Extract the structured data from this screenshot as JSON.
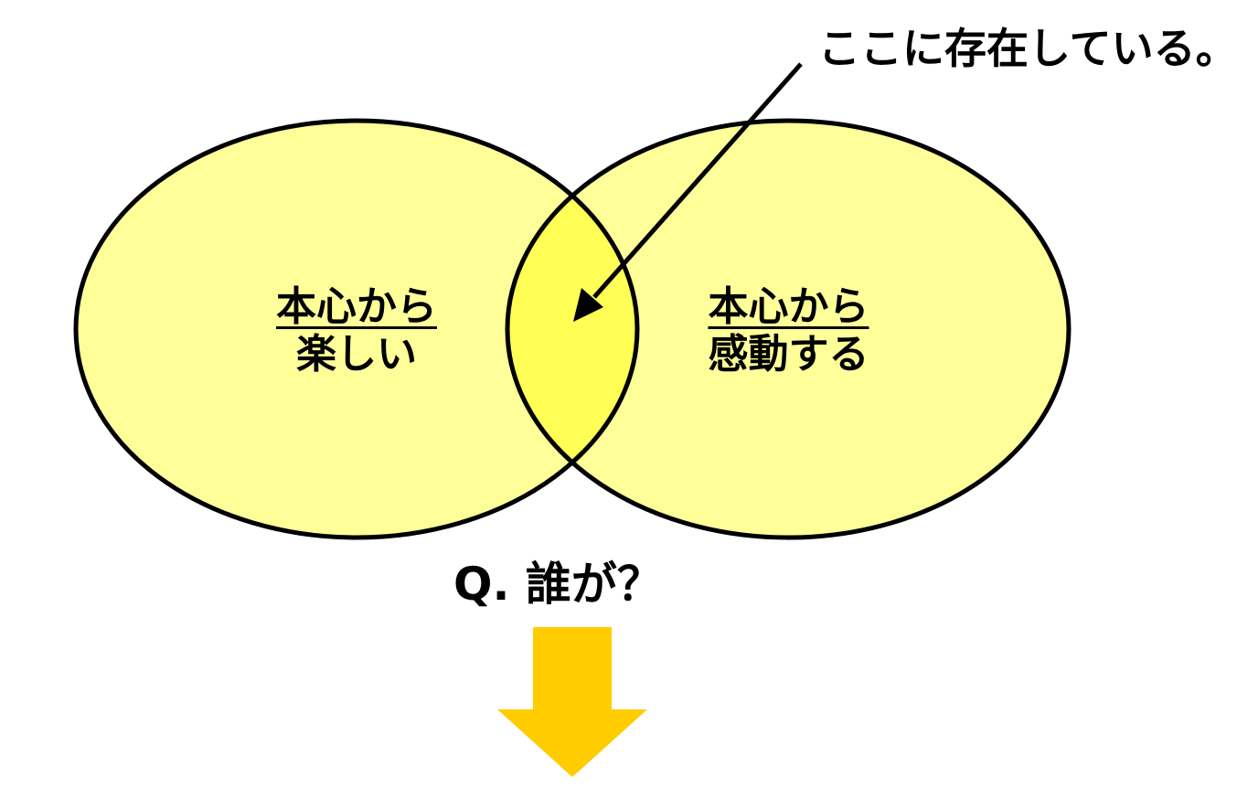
{
  "diagram": {
    "callout": "ここに存在している。",
    "left_circle": {
      "line1": "本心から",
      "line2": "楽しい"
    },
    "right_circle": {
      "line1": "本心から",
      "line2": "感動する"
    },
    "question": "Q. 誰が？"
  },
  "colors": {
    "circle_fill": "#ffff99",
    "overlap_fill": "#ffff55",
    "outline": "#000000",
    "arrow_down": "#ffcc00"
  }
}
